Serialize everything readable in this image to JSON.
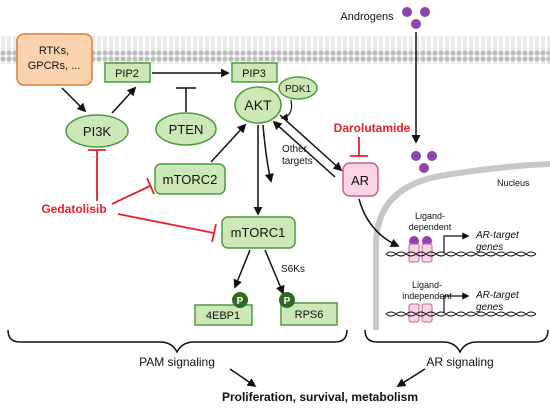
{
  "colors": {
    "green_fill": "#cde8b7",
    "green_stroke": "#4e9a3e",
    "orange_fill": "#fbd3b0",
    "orange_stroke": "#e27d33",
    "pink_fill": "#f8d4e6",
    "pink_stroke": "#d05a9b",
    "purple": "#8e44ad",
    "inhibitor_red": "#e8212a",
    "phospho_green": "#2f6b1e",
    "membrane": "#b7b7b7",
    "nuclear_envelope": "#c8c8c8"
  },
  "labels": {
    "receptors_line1": "RTKs,",
    "receptors_line2": "GPCRs, ...",
    "androgens": "Androgens",
    "pip2": "PIP2",
    "pip3": "PIP3",
    "pdk1": "PDK1",
    "akt": "AKT",
    "pi3k": "PI3K",
    "pten": "PTEN",
    "mtorc2": "mTORC2",
    "mtorc1": "mTORC1",
    "other_targets_line1": "Other",
    "other_targets_line2": "targets",
    "s6ks": "S6Ks",
    "eif4ebp1": "4EBP1",
    "rps6": "RPS6",
    "phospho": "P",
    "darolutamide": "Darolutamide",
    "gedatolisib": "Gedatolisib",
    "ar": "AR",
    "nucleus": "Nucleus",
    "ligand_dep_line1": "Ligand-",
    "ligand_dep_line2": "dependent",
    "ligand_indep_line1": "Ligand-",
    "ligand_indep_line2": "independent",
    "ar_target_line1": "AR-target",
    "ar_target_line2": "genes",
    "pam_signaling": "PAM signaling",
    "ar_signaling": "AR signaling",
    "outcome": "Proliferation, survival, metabolism"
  }
}
